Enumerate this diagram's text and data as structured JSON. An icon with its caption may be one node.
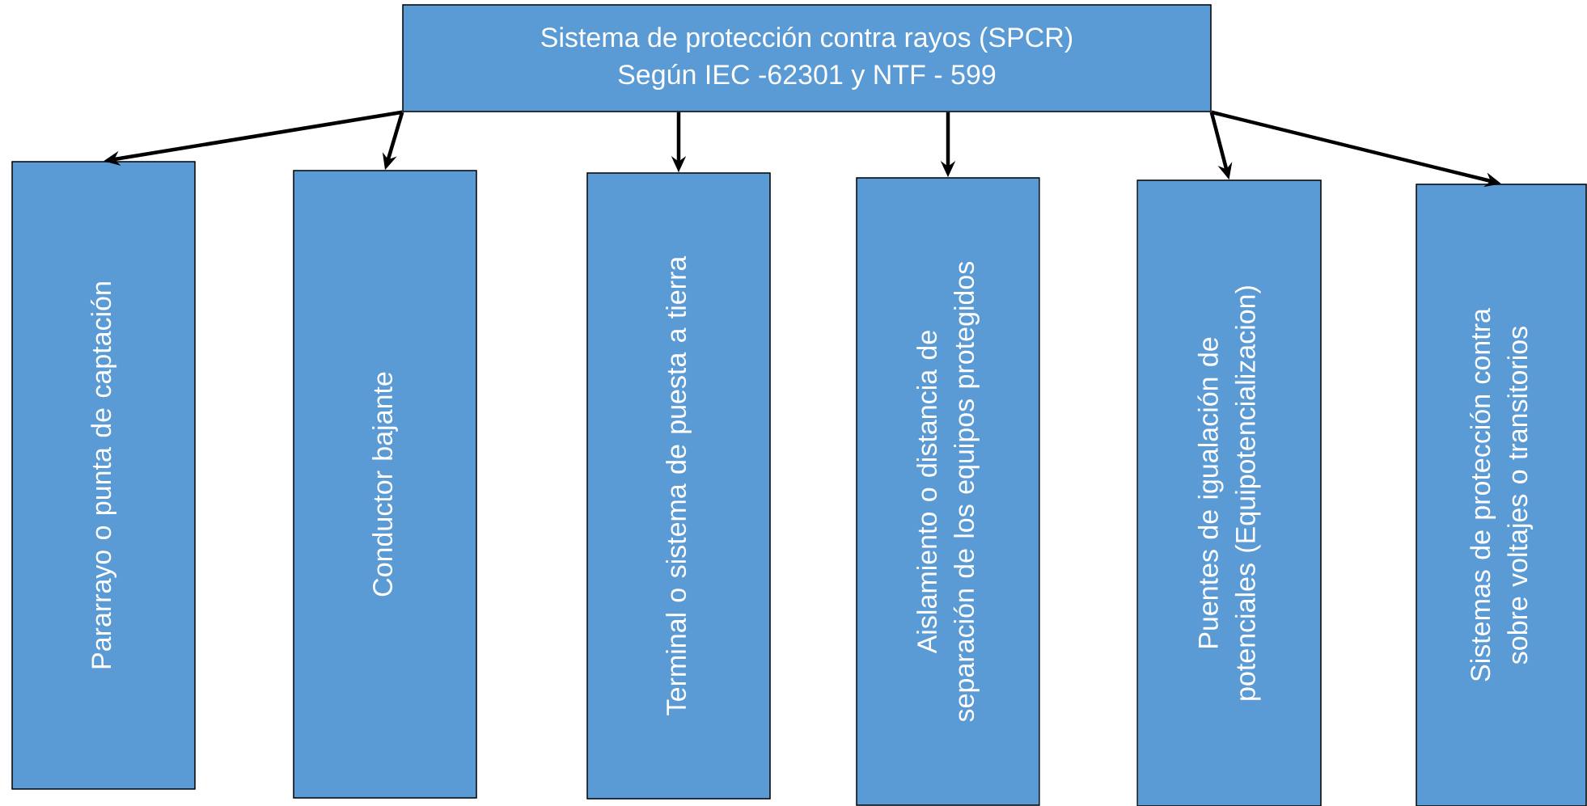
{
  "diagram": {
    "nodes": [
      {
        "text": [
          "Sistema de protección contra rayos (SPCR)",
          "Según IEC -62301 y NTF - 599"
        ]
      },
      {
        "text": [
          "Pararrayo o punta de captación"
        ]
      },
      {
        "text": [
          "Conductor bajante"
        ]
      },
      {
        "text": [
          "Terminal o sistema de puesta a tierra"
        ]
      },
      {
        "text": [
          "Aislamiento o distancia de separación de los equipos protegidos"
        ]
      },
      {
        "text": [
          "Puentes de igualación de potenciales (Equipotencializacion)"
        ]
      },
      {
        "text": [
          "Sistemas de protección contra sobre voltajes o transitorios"
        ]
      }
    ],
    "edges": [
      {
        "from": 0,
        "to": 1,
        "arrow": "to"
      },
      {
        "from": 0,
        "to": 2,
        "arrow": "to"
      },
      {
        "from": 0,
        "to": 3,
        "arrow": "to"
      },
      {
        "from": 0,
        "to": 4,
        "arrow": "to"
      },
      {
        "from": 0,
        "to": 5,
        "arrow": "to"
      },
      {
        "from": 0,
        "to": 6,
        "arrow": "to"
      }
    ]
  }
}
